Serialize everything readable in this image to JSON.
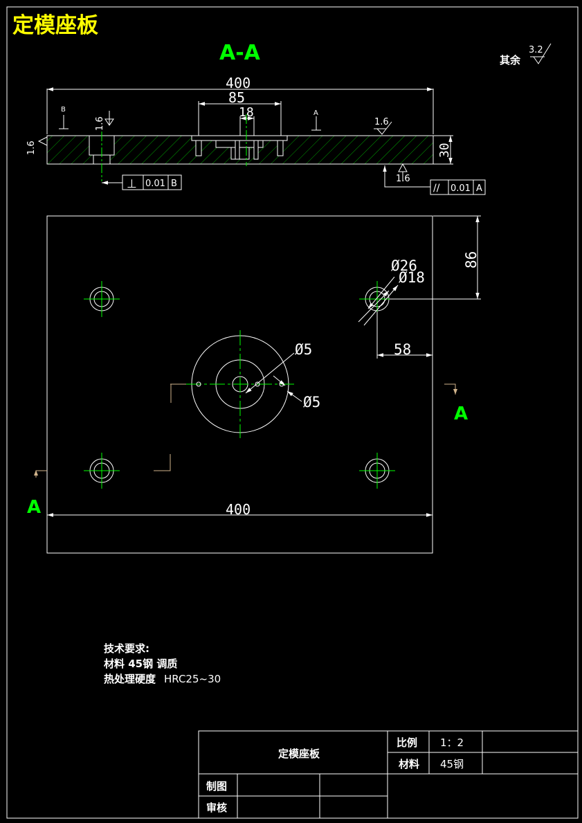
{
  "header": {
    "title": "定模座板",
    "section_label": "A-A",
    "roughness_other_label": "其余",
    "roughness_other_value": "3.2"
  },
  "section_view": {
    "width_dim": "400",
    "center_dim": "85",
    "hole_dim": "18",
    "thickness_dim": "30",
    "datum_b": "B",
    "datum_a": "A",
    "roughness_left": "1.6",
    "roughness_hole": "1.6",
    "roughness_top": "1.6",
    "roughness_bottom": "1.6",
    "tol_perp_symbol": "⊥",
    "tol_perp_value": "0.01",
    "tol_perp_datum": "B",
    "tol_par_symbol": "//",
    "tol_par_value": "0.01",
    "tol_par_datum": "A"
  },
  "plan_view": {
    "dia_26": "Ø26",
    "dia_18": "Ø18",
    "dim_86": "86",
    "dim_58": "58",
    "dia_5_a": "Ø5",
    "dia_5_b": "Ø5",
    "width_dim": "400",
    "cut_label_right": "A",
    "cut_label_left": "A"
  },
  "notes": {
    "heading": "技术要求:",
    "line1": "材料 45钢 调质",
    "line2_cn": "热处理硬度",
    "line2_val": "HRC25~30"
  },
  "title_block": {
    "part_name": "定模座板",
    "scale_label": "比例",
    "scale_value": "1：2",
    "material_label": "材料",
    "material_value": "45钢",
    "drawn_label": "制图",
    "checked_label": "审核"
  },
  "colors": {
    "background": "#000000",
    "outline": "#ffffff",
    "title": "#ffff00",
    "green": "#00ff00",
    "hatch": "#00aa00",
    "tan": "#d2b48c"
  }
}
